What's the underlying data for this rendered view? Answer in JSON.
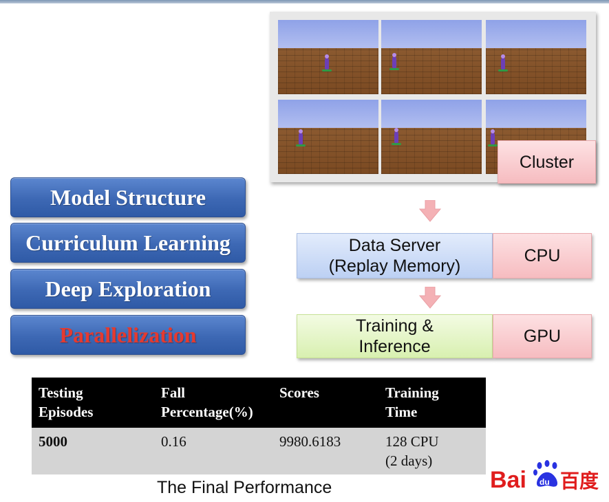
{
  "menu": {
    "items": [
      {
        "label": "Model Structure"
      },
      {
        "label": "Curriculum Learning"
      },
      {
        "label": "Deep Exploration"
      },
      {
        "label": "Parallelization"
      }
    ],
    "active_color": "#e53a2f"
  },
  "diagram": {
    "cluster_label": "Cluster",
    "data_server_line1": "Data Server",
    "data_server_line2": "(Replay Memory)",
    "cpu_label": "CPU",
    "training_line1": "Training &",
    "training_line2": "Inference",
    "gpu_label": "GPU",
    "colors": {
      "pink": "#f6bcc0",
      "blue": "#bcd0f3",
      "green": "#d8f0b0",
      "arrow": "#f4b1b5"
    }
  },
  "table": {
    "headers": [
      {
        "line1": "Testing",
        "line2": "Episodes"
      },
      {
        "line1": "Fall",
        "line2": "Percentage(%)"
      },
      {
        "line1": "Scores",
        "line2": ""
      },
      {
        "line1": "Training",
        "line2": "Time"
      }
    ],
    "row": [
      {
        "line1": "5000",
        "line2": ""
      },
      {
        "line1": "0.16",
        "line2": ""
      },
      {
        "line1": "9980.6183",
        "line2": ""
      },
      {
        "line1": "128 CPU",
        "line2": "(2 days)"
      }
    ]
  },
  "caption": "The Final Performance",
  "logo": {
    "text_latin": "Bai",
    "text_du": "du",
    "text_cjk": "百度",
    "color_red": "#e01d1d",
    "color_blue": "#2932e1"
  }
}
